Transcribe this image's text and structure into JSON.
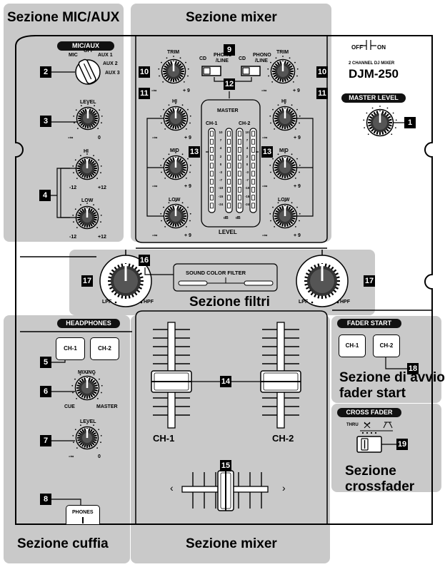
{
  "sections": {
    "mic_aux": "Sezione MIC/AUX",
    "mixer_top": "Sezione mixer",
    "filters": "Sezione filtri",
    "fader_start": "Sezione di avvio fader start",
    "fader_start_line1": "Sezione di avvio",
    "fader_start_line2": "fader start",
    "crossfader_line1": "Sezione",
    "crossfader_line2": "crossfader",
    "headphones": "Sezione cuffia",
    "mixer_bottom": "Sezione mixer"
  },
  "headers": {
    "mic_aux": "MIC/AUX",
    "master_level": "MASTER LEVEL",
    "headphones": "HEADPHONES",
    "fader_start": "FADER START",
    "cross_fader": "CROSS FADER"
  },
  "device": {
    "power_off": "OFF",
    "power_on": "ON",
    "model_sub": "2 CHANNEL DJ MIXER",
    "model": "DJM-250"
  },
  "labels": {
    "mic": "MIC",
    "off": "OFF",
    "aux1": "AUX 1",
    "aux2": "AUX 2",
    "aux3": "AUX 3",
    "level": "LEVEL",
    "hi": "HI",
    "low": "LOW",
    "mid": "MID",
    "trim": "TRIM",
    "minus_inf": "-∞",
    "zero": "0",
    "plus9": "+ 9",
    "minus12": "-12",
    "plus12": "+12",
    "cd": "CD",
    "phono_line": "PHONO /LINE",
    "master": "MASTER",
    "ch1": "CH-1",
    "ch2": "CH-2",
    "db": "dB",
    "meter_level": "LEVEL",
    "sound_color_filter": "SOUND COLOR FILTER",
    "lpf": "LPF",
    "hpf": "HPF",
    "mixing": "MIXING",
    "cue": "CUE",
    "master_knob": "MASTER",
    "phones": "PHONES",
    "thru": "THRU",
    "left_arrow": "‹",
    "right_arrow": "›"
  },
  "meter_scale": [
    "10",
    "7",
    "4",
    "2",
    "0",
    "-3",
    "-7",
    "-10",
    "-15",
    "-24"
  ],
  "callouts": [
    "1",
    "2",
    "3",
    "4",
    "5",
    "6",
    "7",
    "8",
    "9",
    "10",
    "11",
    "12",
    "13",
    "14",
    "15",
    "16",
    "17",
    "18",
    "19"
  ]
}
